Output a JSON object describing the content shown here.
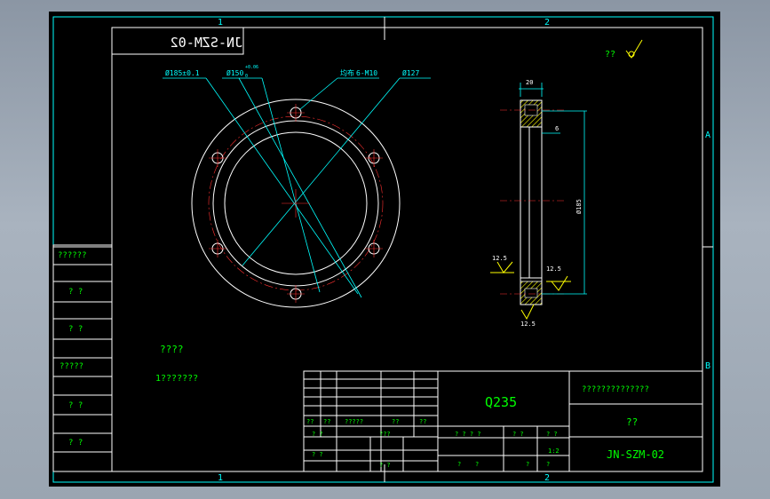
{
  "zone_labels": {
    "top_1": "1",
    "top_2": "2",
    "bottom_1": "1",
    "bottom_2": "2",
    "side_a": "A",
    "side_b": "B"
  },
  "drawing_number_mirrored": "JN-SZM-02",
  "roughness_note": "??",
  "dimensions": {
    "d185": "Ø185±0.1",
    "d150": "Ø150",
    "d150_tol": "+0.06",
    "d150_tol_low": "0",
    "holes": "6-M10",
    "holes_prefix": "均布",
    "d127": "Ø127",
    "width": "20",
    "step": "6",
    "height": "Ø185",
    "rough_left": "12.5",
    "rough_right": "12.5",
    "rough_bottom": "12.5"
  },
  "left_strip": [
    "??????",
    "? ?",
    "? ?",
    "?????",
    "? ?",
    "? ?"
  ],
  "notes": {
    "title": "????",
    "line1": "1???????"
  },
  "title_block": {
    "material": "Q235",
    "company": "??????????????",
    "part_name": "??",
    "drawing_no": "JN-SZM-02",
    "rev_headers": [
      "??",
      "??",
      "?????",
      "??",
      "??"
    ],
    "row_design": "? ?",
    "row_std": "???",
    "row_check": "? ?",
    "row_approve": "? ?",
    "stage_labels": [
      "? ? ? ?",
      "? ?",
      "? ?"
    ],
    "scale": "1:2",
    "sheet_labels": [
      "?",
      "?",
      "?",
      "?"
    ]
  }
}
